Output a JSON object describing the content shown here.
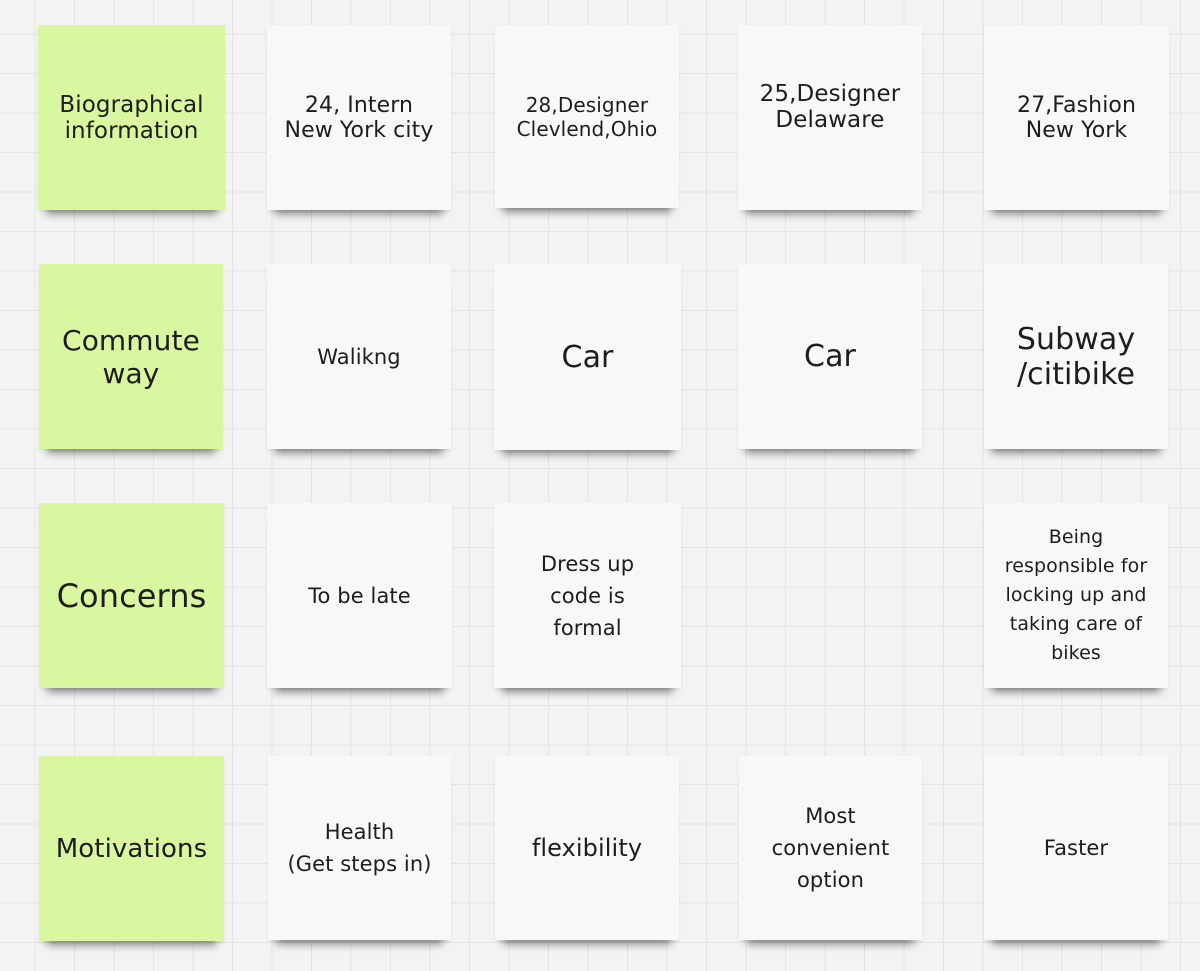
{
  "board": {
    "rows": [
      {
        "key": "bio",
        "label": "Biographical\ninformation",
        "cells": [
          "24, Intern\nNew York city",
          "28,Designer\nClevlend,Ohio",
          "25,Designer\nDelaware",
          "27,Fashion\nNew York"
        ]
      },
      {
        "key": "commute",
        "label": "Commute\nway",
        "cells": [
          "Walikng",
          "Car",
          "Car",
          "Subway\n/citibike"
        ]
      },
      {
        "key": "concerns",
        "label": "Concerns",
        "cells": [
          "To be late",
          "Dress up\ncode is\nformal",
          "",
          "Being\nresponsible for\nlocking up and\ntaking care of\nbikes"
        ]
      },
      {
        "key": "motivations",
        "label": "Motivations",
        "cells": [
          "Health\n(Get steps in)",
          "flexibility",
          "Most\nconvenient\noption",
          "Faster"
        ]
      }
    ],
    "colors": {
      "header_sticky": "#d9f7a0",
      "note_sticky": "#f8f8f8",
      "canvas": "#f3f3f3",
      "grid": "#e4e4e4"
    }
  }
}
